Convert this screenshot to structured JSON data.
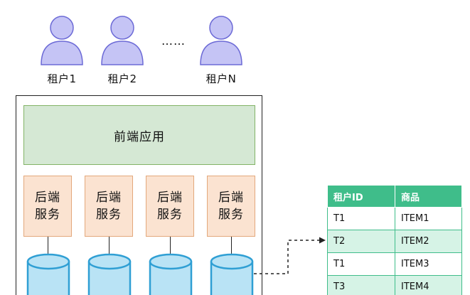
{
  "tenants": [
    {
      "label": "租户1"
    },
    {
      "label": "租户2"
    },
    {
      "label": "租户N"
    }
  ],
  "ellipsis": "……",
  "frontend": {
    "label": "前端应用"
  },
  "backends": [
    {
      "line1": "后端",
      "line2": "服务"
    },
    {
      "line1": "后端",
      "line2": "服务"
    },
    {
      "line1": "后端",
      "line2": "服务"
    },
    {
      "line1": "后端",
      "line2": "服务"
    }
  ],
  "table": {
    "headers": [
      "租户ID",
      "商品"
    ],
    "rows": [
      [
        "T1",
        "ITEM1"
      ],
      [
        "T2",
        "ITEM2"
      ],
      [
        "T1",
        "ITEM3"
      ],
      [
        "T3",
        "ITEM4"
      ]
    ]
  },
  "colors": {
    "person_fill": "#c5c4f5",
    "person_stroke": "#6c6ad6",
    "frontend_fill": "#d5e8d4",
    "backend_fill": "#fbe3d1",
    "db_fill": "#b9e3f5",
    "db_stroke": "#2f9fd4",
    "table_header": "#3fbd8a"
  }
}
